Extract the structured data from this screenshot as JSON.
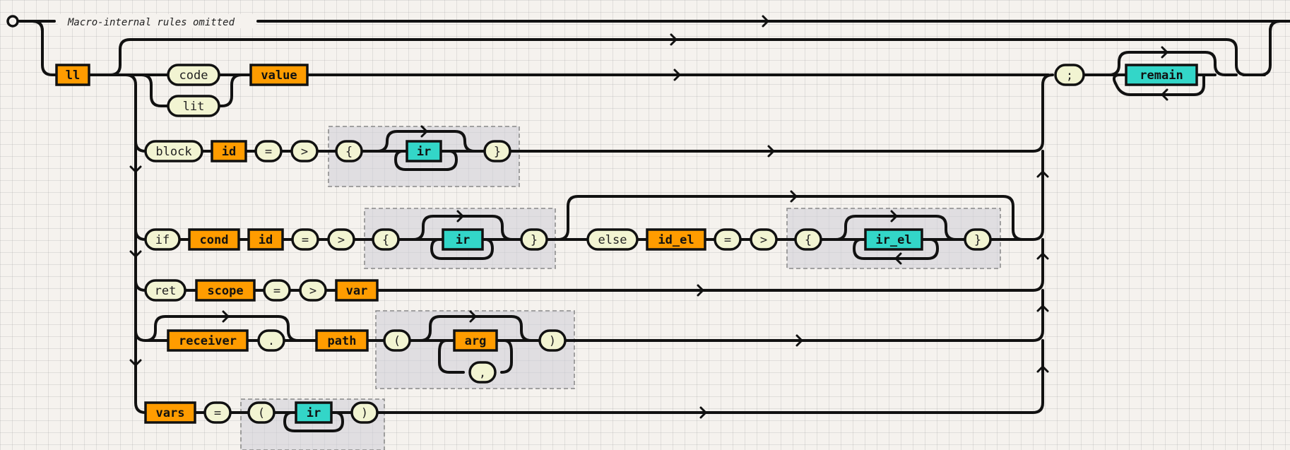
{
  "comment": "Macro-internal rules omitted",
  "nodes": {
    "ll": "ll",
    "code": "code",
    "lit": "lit",
    "value": "value",
    "semicolon": ";",
    "remain": "remain",
    "block": "block",
    "block_id": "id",
    "block_eq": "=",
    "block_gt": ">",
    "block_lbrace": "{",
    "block_ir": "ir",
    "block_rbrace": "}",
    "if": "if",
    "cond": "cond",
    "if_id": "id",
    "if_eq": "=",
    "if_gt": ">",
    "if_lbrace": "{",
    "if_ir": "ir",
    "if_rbrace": "}",
    "else": "else",
    "id_el": "id_el",
    "el_eq": "=",
    "el_gt": ">",
    "el_lbrace": "{",
    "ir_el": "ir_el",
    "el_rbrace": "}",
    "ret": "ret",
    "scope": "scope",
    "ret_eq": "=",
    "ret_gt": ">",
    "var": "var",
    "receiver": "receiver",
    "dot": ".",
    "path": "path",
    "call_lparen": "(",
    "arg": "arg",
    "comma": ",",
    "call_rparen": ")",
    "vars": "vars",
    "vars_eq": "=",
    "vars_lparen": "(",
    "vars_ir": "ir",
    "vars_rparen": ")"
  }
}
